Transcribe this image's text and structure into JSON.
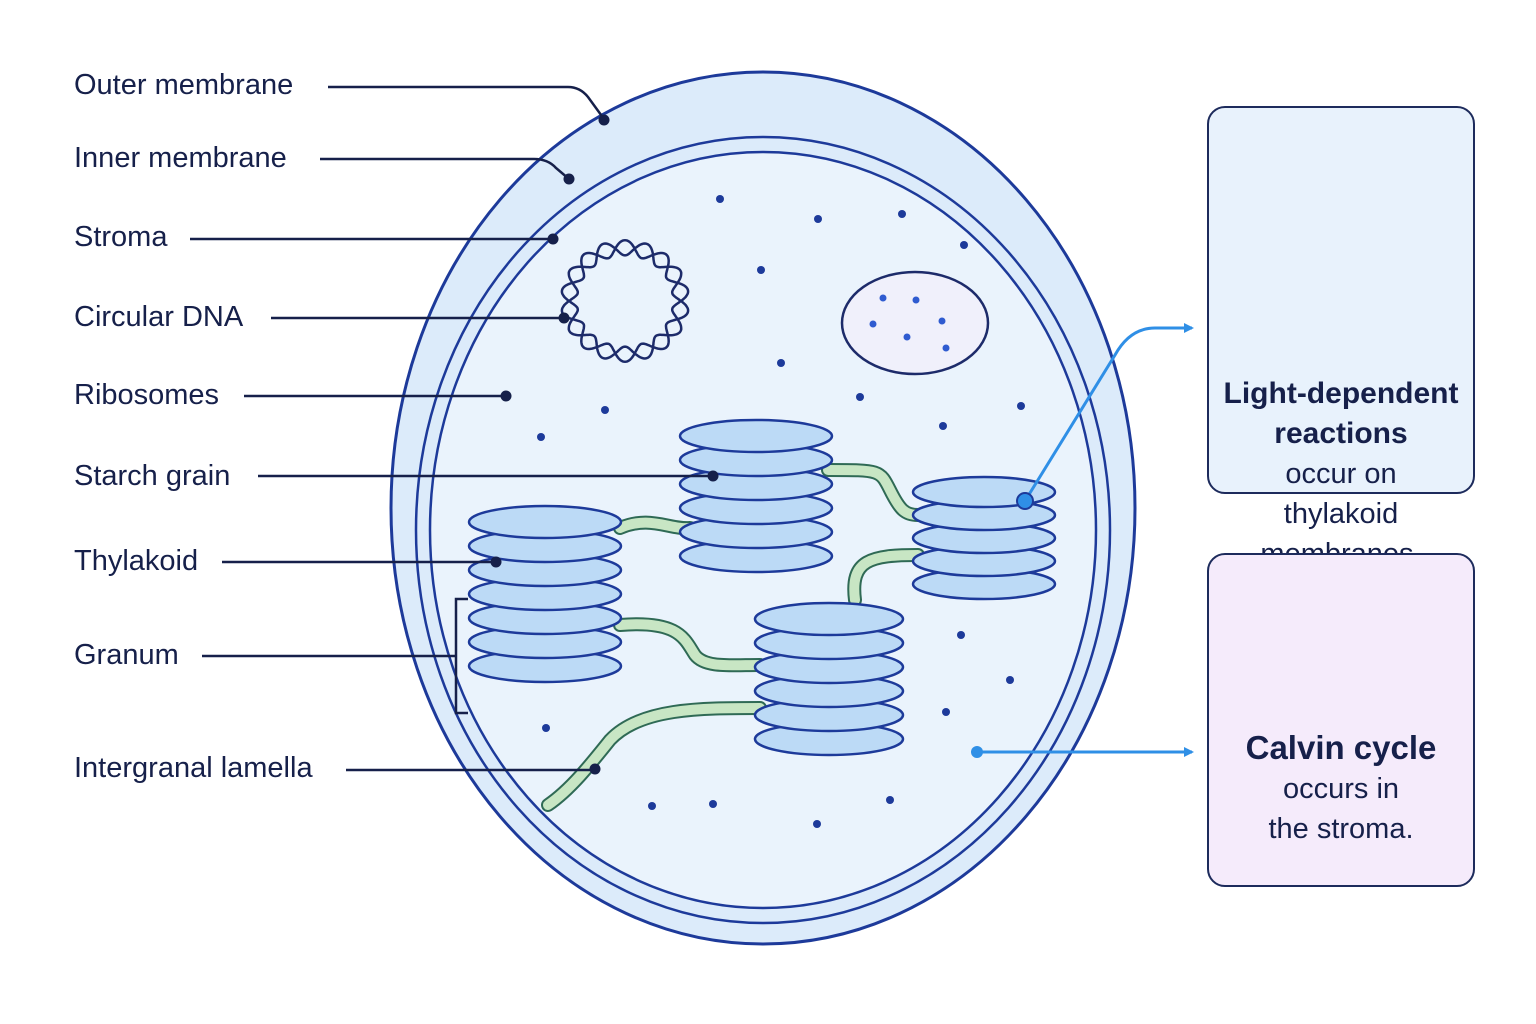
{
  "labels": [
    {
      "key": "outer",
      "text": "Outer membrane"
    },
    {
      "key": "inner",
      "text": "Inner membrane"
    },
    {
      "key": "stroma",
      "text": "Stroma"
    },
    {
      "key": "dna",
      "text": "Circular DNA"
    },
    {
      "key": "ribosomes",
      "text": "Ribosomes"
    },
    {
      "key": "starch",
      "text": "Starch grain"
    },
    {
      "key": "thylakoid",
      "text": "Thylakoid"
    },
    {
      "key": "granum",
      "text": "Granum"
    },
    {
      "key": "lamella",
      "text": "Intergranal lamella"
    }
  ],
  "light_box": {
    "title_line1": "Light-dependent",
    "title_line2": "reactions",
    "body_line1": "occur on",
    "body_line2": "thylakoid",
    "body_line3": "membranes."
  },
  "calvin_box": {
    "title": "Calvin cycle",
    "body_line1": "occurs in",
    "body_line2": "the stroma."
  },
  "icons": {
    "light": "sun-icon",
    "calvin": "cycle-arrows-icon"
  },
  "colors": {
    "outline": "#1d3a9a",
    "membrane_fill": "#dcebfa",
    "stroma_fill": "#eaf3fc",
    "thylakoid_fill": "#bcdaf6",
    "lamella": "#c8e6c4",
    "leader": "#16204a",
    "arrow": "#2f8fe6",
    "sun": "#4aa6f2",
    "cycle": "#b845d6",
    "light_box_bg": "#e8f2fc",
    "calvin_box_bg": "#f5ebfb"
  }
}
